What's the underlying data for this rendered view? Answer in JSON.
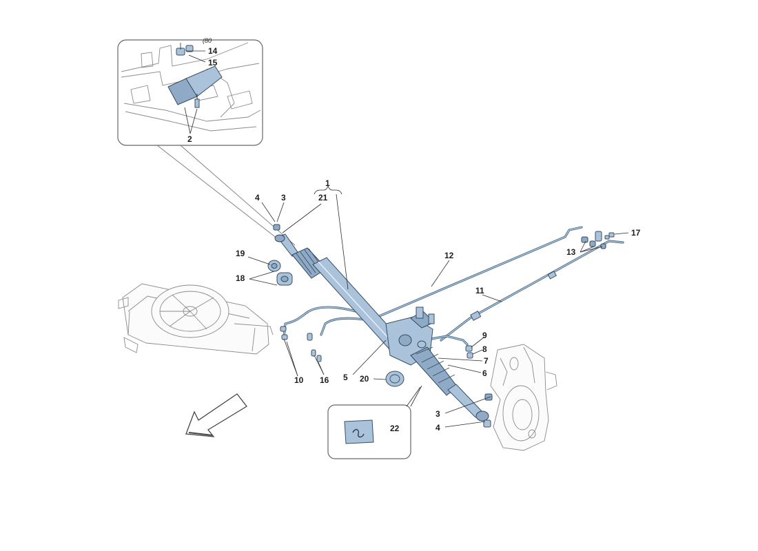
{
  "diagram": {
    "callouts": {
      "c1": "1",
      "c21": "21",
      "c4a": "4",
      "c3a": "3",
      "c19": "19",
      "c18": "18",
      "c12": "12",
      "c11": "11",
      "c13": "13",
      "c17": "17",
      "c9": "9",
      "c8": "8",
      "c7": "7",
      "c6": "6",
      "c3b": "3",
      "c4b": "4",
      "c10": "10",
      "c16": "16",
      "c5": "5",
      "c20": "20",
      "c22": "22",
      "c14": "14",
      "c15": "15",
      "c2": "2"
    },
    "inset_top_marking": "(80",
    "colors": {
      "part_fill": "#aac3da",
      "part_stroke": "#3a4e62",
      "ghost_stroke": "#8a8a8a"
    }
  }
}
